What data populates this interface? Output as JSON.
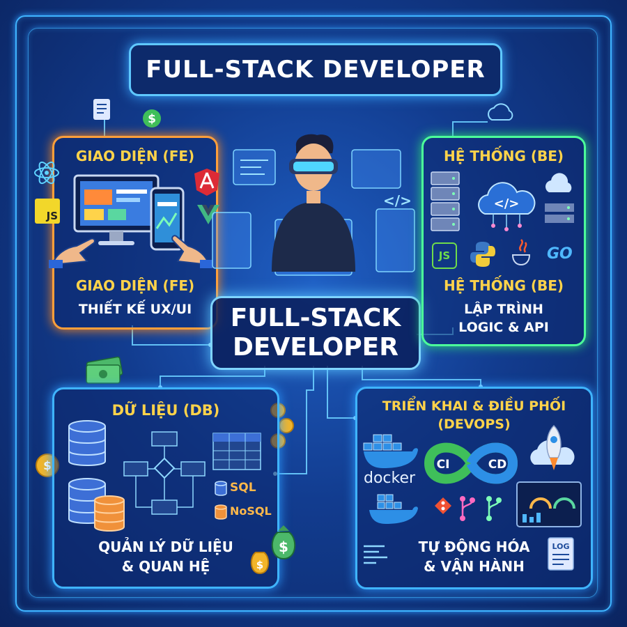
{
  "title": "FULL-STACK DEVELOPER",
  "center": {
    "line1": "FULL-STACK",
    "line2": "DEVELOPER"
  },
  "frontend": {
    "heading": "GIAO DIỆN (FE)",
    "subheading": "GIAO DIỆN (FE)",
    "desc": "THIẾT KẾ UX/UI",
    "badge_js": "JS"
  },
  "backend": {
    "heading": "HỆ THỐNG (BE)",
    "subheading": "HỆ THỐNG (BE)",
    "desc_line1": "LẬP TRÌNH",
    "desc_line2": "LOGIC & API",
    "code_glyph": "</>",
    "badge_js": "JS",
    "badge_go": "GO"
  },
  "database": {
    "heading": "DỮ LIỆU (DB)",
    "desc_line1": "QUẢN LÝ DỮ LIỆU",
    "desc_line2": "& QUAN HỆ",
    "sql": "SQL",
    "nosql": "NoSQL"
  },
  "devops": {
    "heading_line1": "TRIỂN KHAI & ĐIỀU PHỐI",
    "heading_line2": "(DEVOPS)",
    "docker": "docker",
    "ci": "CI",
    "cd": "CD",
    "desc_line1": "TỰ ĐỘNG HÓA",
    "desc_line2": "& VẬN HÀNH",
    "log": "LOG"
  },
  "coin_symbol": "$",
  "colors": {
    "fe_accent": "#ff9f3a",
    "be_accent": "#4cff9a",
    "frame": "#3fb4ff",
    "heading_yellow": "#ffd34a"
  },
  "icons": [
    "react-icon",
    "angular-icon",
    "vue-icon",
    "js-icon",
    "monitor-icon",
    "phone-icon",
    "server-icon",
    "cloud-icon",
    "nodejs-icon",
    "python-icon",
    "java-icon",
    "go-icon",
    "database-icon",
    "table-icon",
    "docker-icon",
    "ci-cd-icon",
    "rocket-icon",
    "dashboard-icon",
    "log-icon",
    "money-bag-icon",
    "coin-icon",
    "developer-avatar"
  ]
}
